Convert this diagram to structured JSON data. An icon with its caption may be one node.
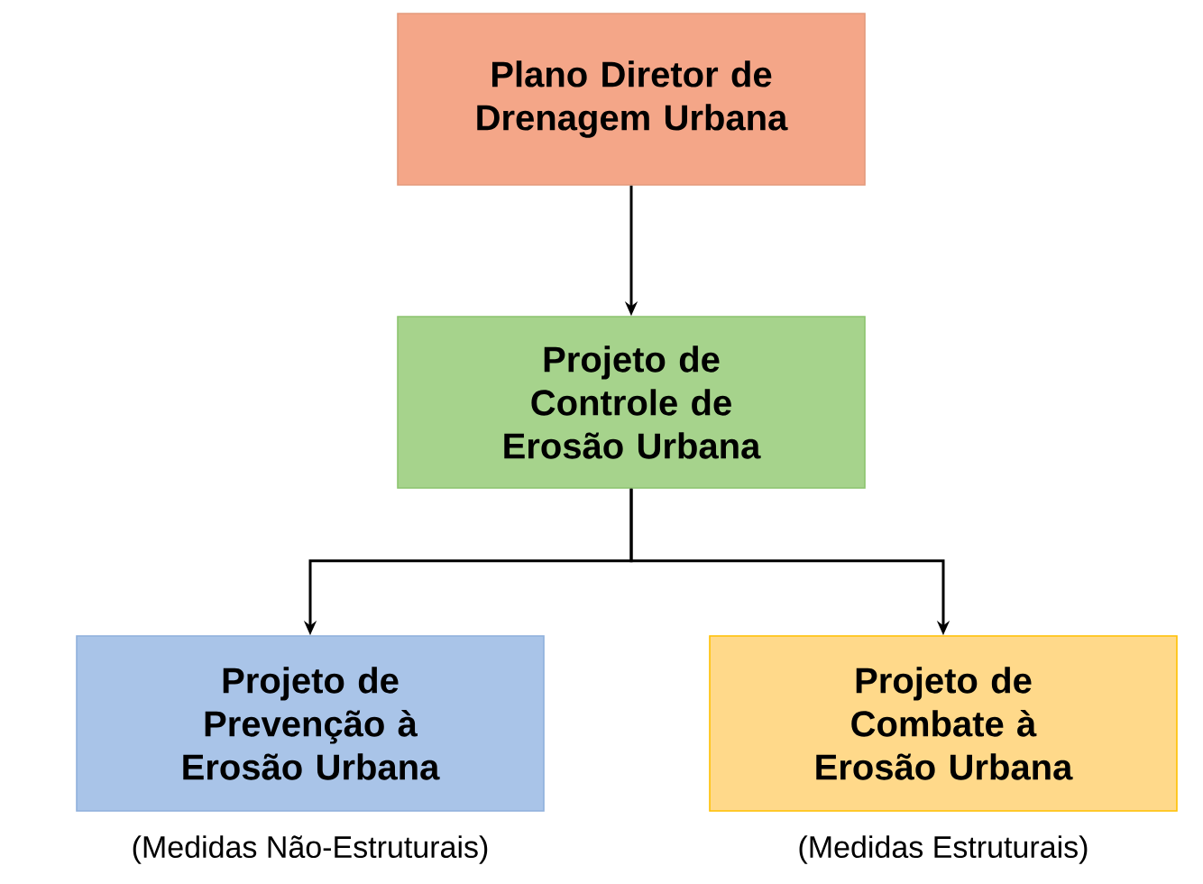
{
  "diagram": {
    "nodes": [
      {
        "text": [
          "Plano Diretor de Drenagem Urbana"
        ]
      },
      {
        "text": [
          "Projeto de Controle de Erosão Urbana"
        ]
      },
      {
        "text": [
          "Projeto de Prevenção à Erosão Urbana"
        ],
        "beside": [
          "(Medidas Não-Estruturais)"
        ]
      },
      {
        "text": [
          "Projeto de Combate à Erosão Urbana"
        ],
        "beside": [
          "(Medidas Estruturais)"
        ]
      }
    ],
    "edges": [
      {
        "from": 0,
        "to": 1,
        "arrow": "to"
      },
      {
        "from": 1,
        "to": 2,
        "arrow": "to"
      },
      {
        "from": 1,
        "to": 3,
        "arrow": "to"
      }
    ]
  }
}
